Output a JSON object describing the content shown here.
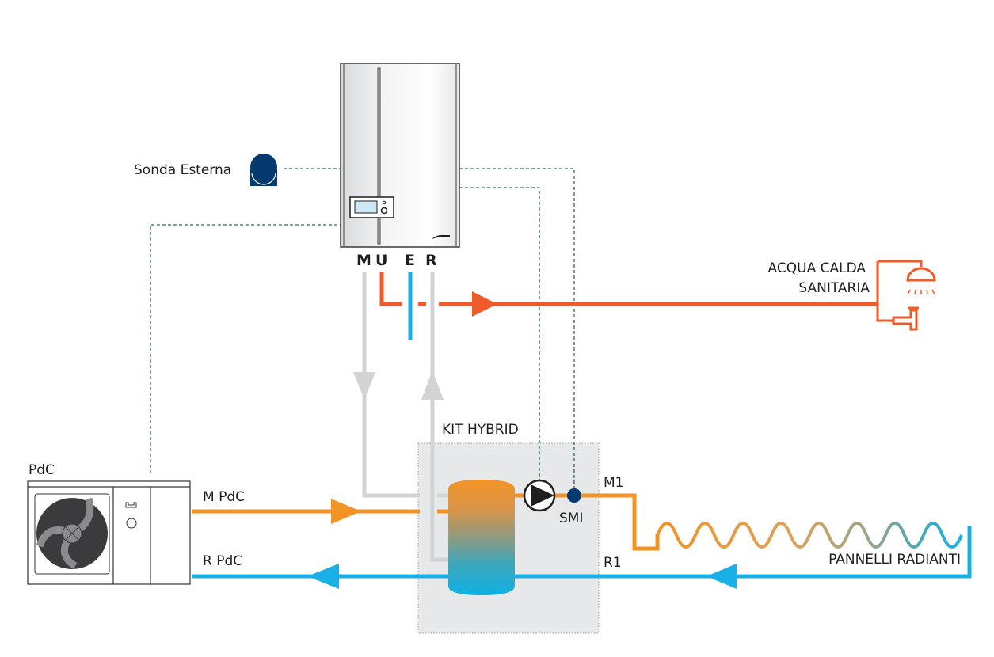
{
  "diagram": {
    "type": "hydraulic-schematic",
    "colors": {
      "hot_water": "#ef5a2a",
      "flow_orange": "#f39325",
      "return_blue": "#1ab0e6",
      "grey_pipe": "#d2d3d5",
      "sensor_navy": "#053a6e",
      "wiring": "#2f6b5a",
      "kit_box": "#e7e8ea"
    },
    "labels": {
      "sonda_esterna": "Sonda Esterna",
      "boiler_port_m": "M",
      "boiler_port_u": "U",
      "boiler_port_e": "E",
      "boiler_port_r": "R",
      "acqua_calda_line1": "ACQUA CALDA",
      "acqua_calda_line2": "SANITARIA",
      "kit_hybrid": "KIT HYBRID",
      "pdc": "PdC",
      "m_pdc": "M PdC",
      "r_pdc": "R PdC",
      "m1": "M1",
      "r1": "R1",
      "smi": "SMI",
      "pannelli_radianti": "PANNELLI RADIANTI"
    },
    "components": [
      {
        "id": "boiler",
        "name": "Wall-hung boiler",
        "ports": [
          "M",
          "U",
          "E",
          "R"
        ]
      },
      {
        "id": "outdoor-sensor",
        "name": "Sonda Esterna"
      },
      {
        "id": "heat-pump",
        "name": "PdC"
      },
      {
        "id": "kit-hybrid",
        "name": "KIT HYBRID",
        "contains": [
          "buffer-tank",
          "circulator-pump",
          "SMI sensor"
        ]
      },
      {
        "id": "dhw",
        "name": "ACQUA CALDA SANITARIA",
        "outlets": [
          "shower",
          "tap"
        ]
      },
      {
        "id": "underfloor",
        "name": "PANNELLI RADIANTI"
      }
    ]
  }
}
